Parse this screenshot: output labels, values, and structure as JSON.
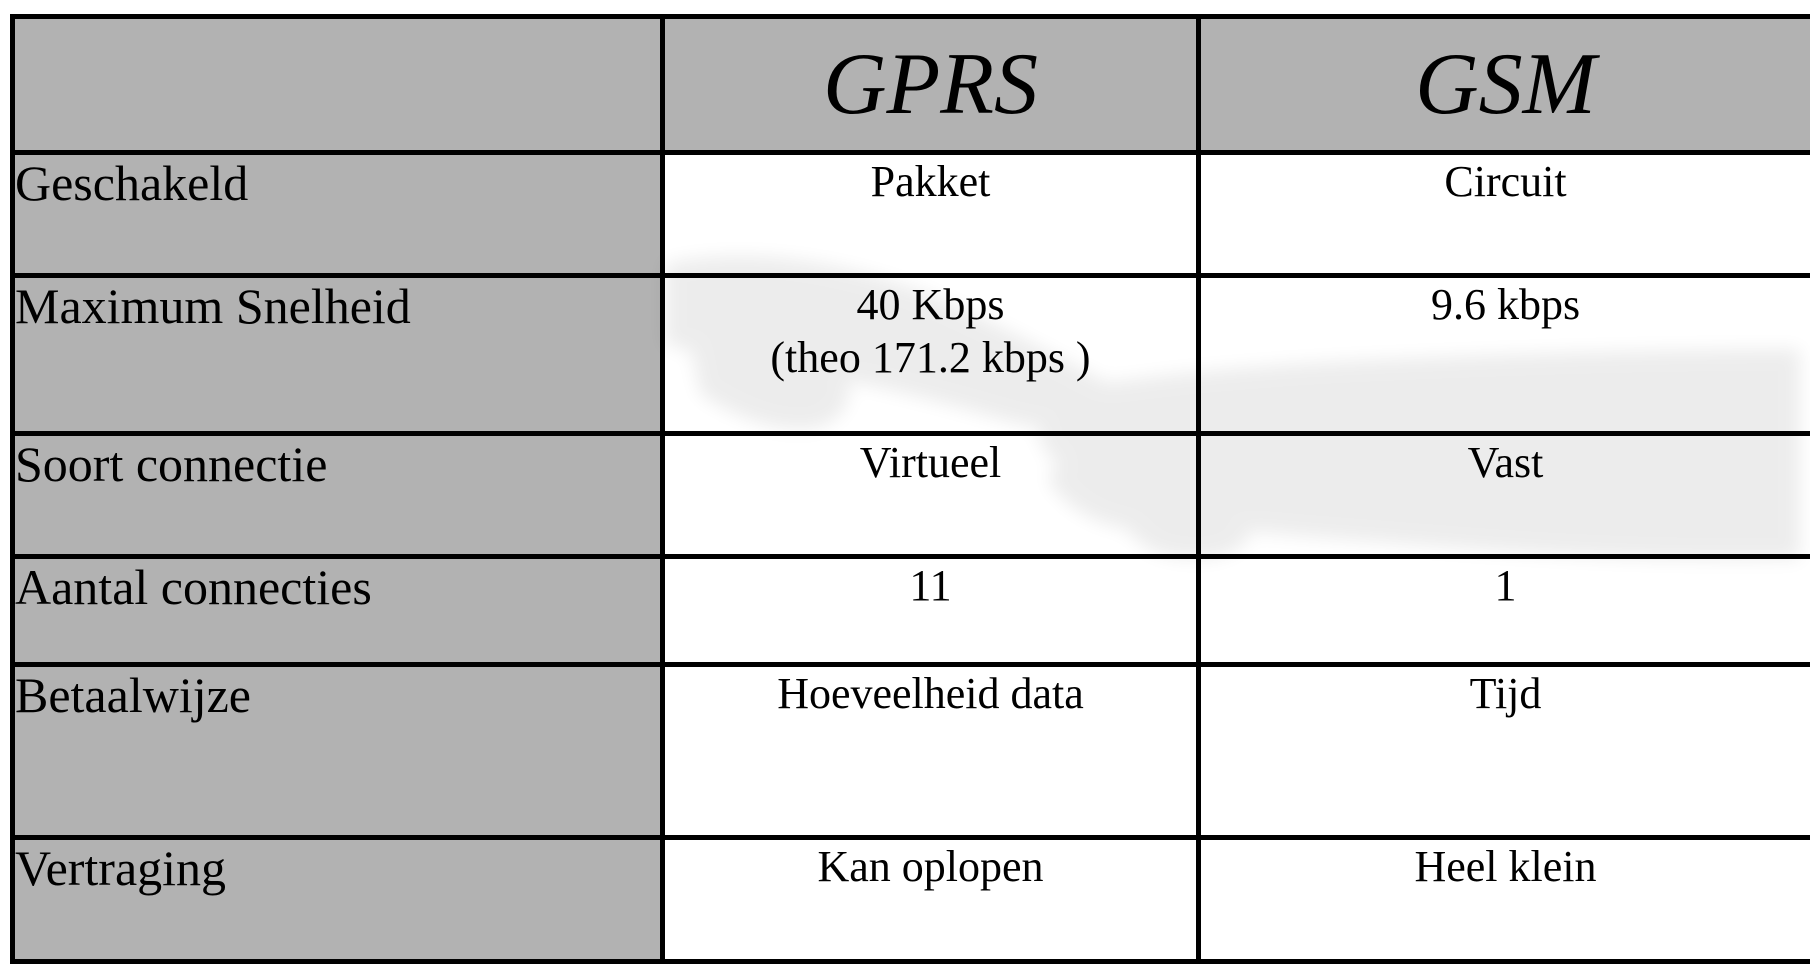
{
  "table": {
    "columns": [
      "",
      "GPRS",
      "GSM"
    ],
    "rows": [
      {
        "label": "Geschakeld",
        "gprs": [
          "Pakket"
        ],
        "gsm": [
          "Circuit"
        ]
      },
      {
        "label": "Maximum Snelheid",
        "gprs": [
          "40 Kbps",
          "(theo 171.2 kbps )"
        ],
        "gsm": [
          "9.6 kbps"
        ]
      },
      {
        "label": "Soort connectie",
        "gprs": [
          "Virtueel"
        ],
        "gsm": [
          "Vast"
        ]
      },
      {
        "label": "Aantal connecties",
        "gprs": [
          "11"
        ],
        "gsm": [
          "1"
        ]
      },
      {
        "label": "Betaalwijze",
        "gprs": [
          "Hoeveelheid data"
        ],
        "gsm": [
          "Tijd"
        ]
      },
      {
        "label": "Vertraging",
        "gprs": [
          "Kan oplopen"
        ],
        "gsm": [
          "Heel klein"
        ]
      }
    ]
  },
  "colors": {
    "header_fill": "#b2b2b2",
    "label_fill": "#b2b2b2",
    "cell_fill": "#ffffff",
    "border": "#000000"
  }
}
